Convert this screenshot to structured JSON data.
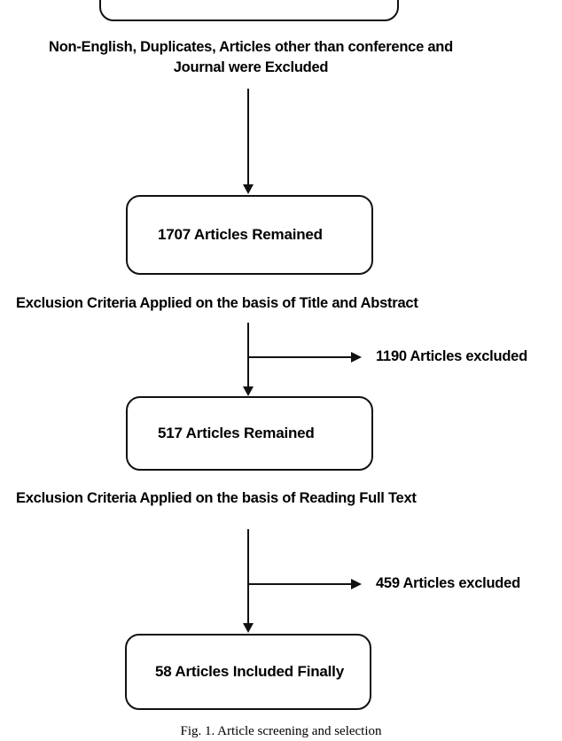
{
  "figure": {
    "caption": "Fig. 1. Article screening and selection",
    "background_color": "#ffffff",
    "line_color": "#111111",
    "text_color": "#000000"
  },
  "flowchart": {
    "type": "prisma-flow-diagram",
    "nodes": [
      {
        "id": "initial",
        "label": "",
        "note": "box clipped by top edge of image"
      },
      {
        "id": "remained_1707",
        "label": "1707 Articles Remained",
        "count": 1707
      },
      {
        "id": "remained_517",
        "label": "517 Articles Remained",
        "count": 517
      },
      {
        "id": "included_58",
        "label": "58 Articles Included Finally",
        "count": 58
      }
    ],
    "annotations": {
      "exclusion_top_line1": "Non-English, Duplicates, Articles other than conference and",
      "exclusion_top_line2": "Journal were Excluded",
      "criteria_title_abstract": "Exclusion Criteria Applied on the basis of Title and Abstract",
      "criteria_full_text": "Exclusion Criteria Applied on the basis of Reading Full Text"
    },
    "excluded_branches": [
      {
        "id": "excluded_1190",
        "label": "1190 Articles excluded",
        "count": 1190
      },
      {
        "id": "excluded_459",
        "label": "459 Articles excluded",
        "count": 459
      }
    ]
  }
}
